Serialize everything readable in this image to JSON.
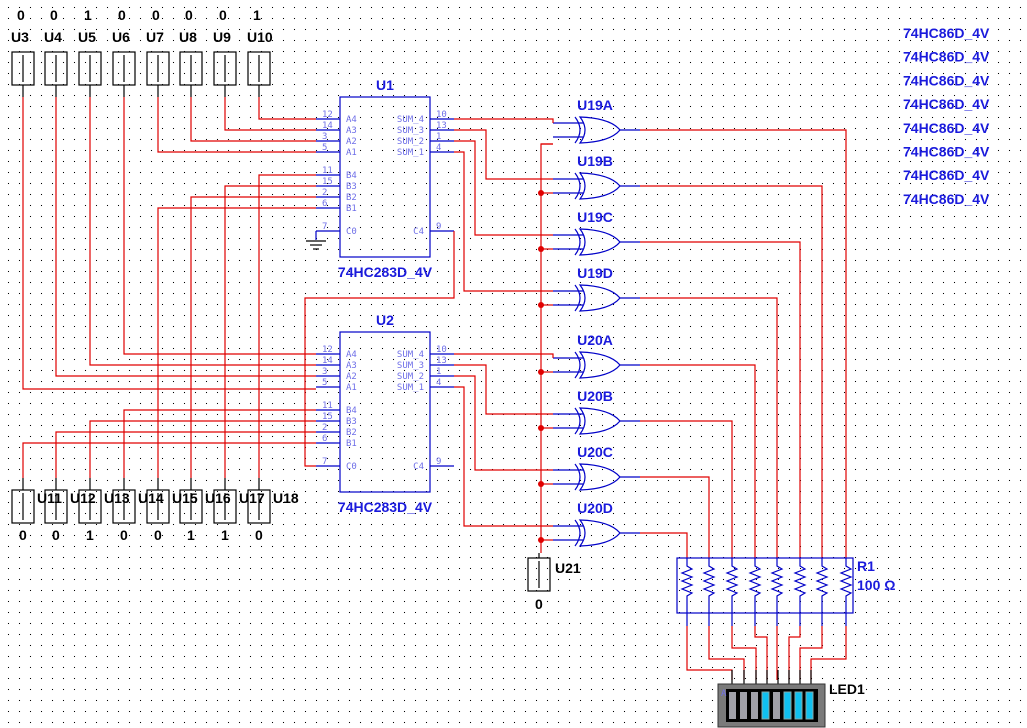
{
  "switches_top": [
    {
      "ref": "U3",
      "value": "0"
    },
    {
      "ref": "U4",
      "value": "0"
    },
    {
      "ref": "U5",
      "value": "1"
    },
    {
      "ref": "U6",
      "value": "0"
    },
    {
      "ref": "U7",
      "value": "0"
    },
    {
      "ref": "U8",
      "value": "0"
    },
    {
      "ref": "U9",
      "value": "0"
    },
    {
      "ref": "U10",
      "value": "1"
    }
  ],
  "switches_bottom": [
    {
      "ref": "U11",
      "value": "0"
    },
    {
      "ref": "U12",
      "value": "0"
    },
    {
      "ref": "U13",
      "value": "1"
    },
    {
      "ref": "U14",
      "value": "0"
    },
    {
      "ref": "U15",
      "value": "0"
    },
    {
      "ref": "U16",
      "value": "1"
    },
    {
      "ref": "U17",
      "value": "1"
    },
    {
      "ref": "U18",
      "value": "0"
    }
  ],
  "switch_u21": {
    "ref": "U21",
    "value": "0"
  },
  "adders": [
    {
      "ref": "U1",
      "part": "74HC283D_4V"
    },
    {
      "ref": "U2",
      "part": "74HC283D_4V"
    }
  ],
  "adder_pins": {
    "a_names": [
      "A4",
      "A3",
      "A2",
      "A1"
    ],
    "a_nums": [
      "12",
      "14",
      "3",
      "5"
    ],
    "b_names": [
      "B4",
      "B3",
      "B2",
      "B1"
    ],
    "b_nums": [
      "11",
      "15",
      "2",
      "6"
    ],
    "s_names": [
      "SUM_4",
      "SUM_3",
      "SUM_2",
      "SUM_1"
    ],
    "s_nums": [
      "10",
      "13",
      "1",
      "4"
    ],
    "c0_name": "C0",
    "c0_num": "7",
    "c4_name": "C4",
    "c4_num": "9"
  },
  "xor_gates": [
    "U19A",
    "U19B",
    "U19C",
    "U19D",
    "U20A",
    "U20B",
    "U20C",
    "U20D"
  ],
  "xor_parts": [
    "74HC86D_4V",
    "74HC86D_4V",
    "74HC86D_4V",
    "74HC86D_4V",
    "74HC86D_4V",
    "74HC86D_4V",
    "74HC86D_4V",
    "74HC86D_4V"
  ],
  "resistor": {
    "ref": "R1",
    "value": "100 Ω"
  },
  "led_bar": {
    "ref": "LED1",
    "anode_mark": "A",
    "segments_lit": [
      false,
      false,
      false,
      true,
      false,
      true,
      true,
      true
    ]
  },
  "colors": {
    "wire": "#e00000",
    "component": "#0000c8",
    "label": "#1a1adc",
    "led_on": "#10c0f0",
    "led_off": "#a0a0a8"
  }
}
